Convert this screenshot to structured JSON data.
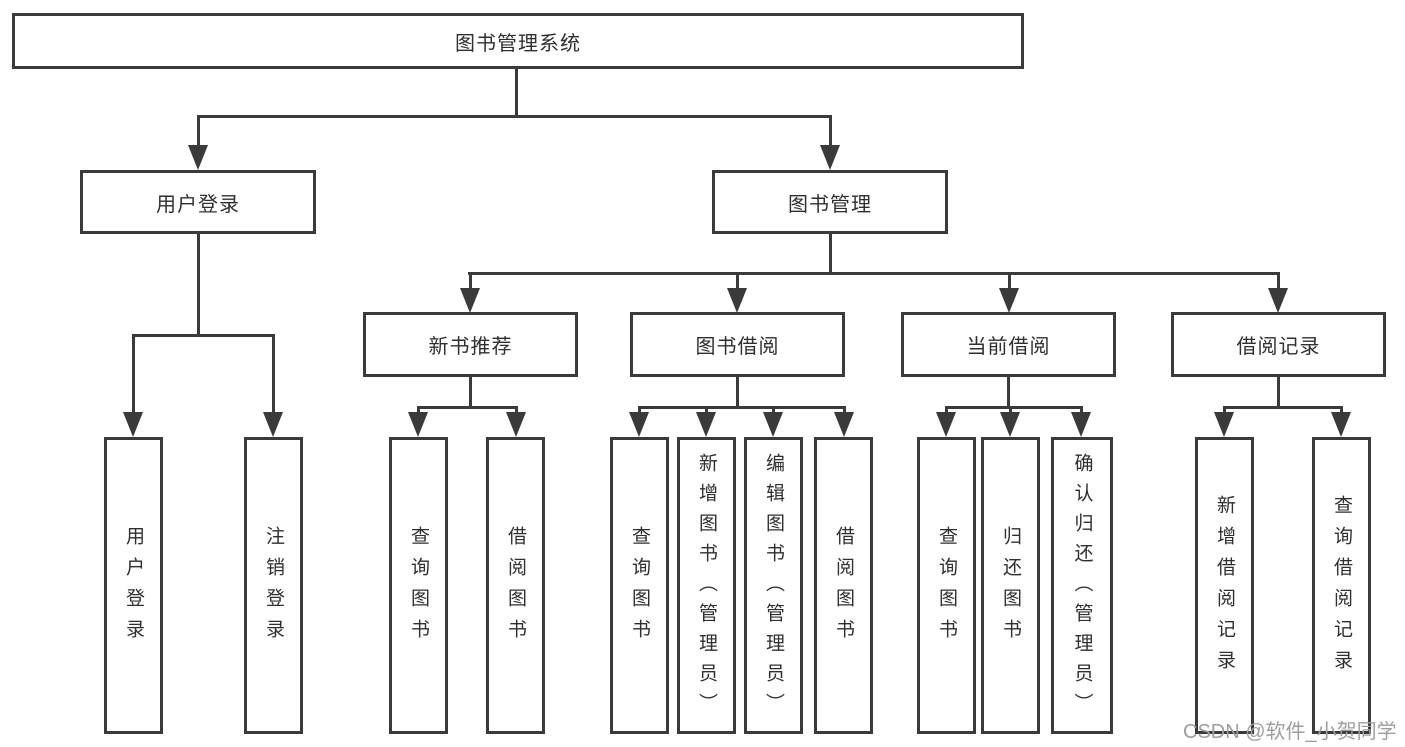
{
  "diagram": {
    "root": "图书管理系统",
    "level2": {
      "user_login": "用户登录",
      "book_mgmt": "图书管理"
    },
    "level3": {
      "new_book_rec": "新书推荐",
      "book_borrow": "图书借阅",
      "current_borrow": "当前借阅",
      "borrow_records": "借阅记录"
    },
    "leaves": {
      "user_login": [
        "用户登录",
        "注销登录"
      ],
      "new_book_rec": [
        "查询图书",
        "借阅图书"
      ],
      "book_borrow": [
        "查询图书",
        "新增图书（管理员）",
        "编辑图书（管理员）",
        "借阅图书"
      ],
      "current_borrow": [
        "查询图书",
        "归还图书",
        "确认归还（管理员）"
      ],
      "borrow_records": [
        "新增借阅记录",
        "查询借阅记录"
      ]
    },
    "colors": {
      "line": "#3a3a3a",
      "text": "#2f2f2f",
      "box_background": "#ffffff",
      "watermark": "#9e9e9e"
    }
  },
  "watermark": {
    "text": "CSDN @软件_小贺同学"
  }
}
